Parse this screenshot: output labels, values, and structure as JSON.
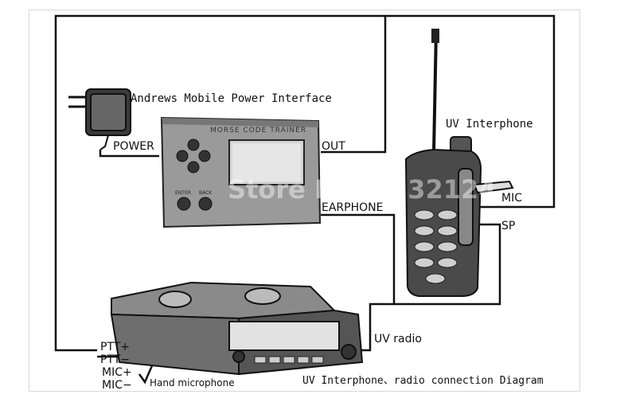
{
  "labels": {
    "power_adapter": "Andrews Mobile Power Interface",
    "power": "POWER",
    "out": "OUT",
    "earphone": "EARPHONE",
    "uv_interphone": "UV Interphone",
    "mic": "MIC",
    "sp": "SP",
    "uv_radio": "UV radio",
    "ptt_plus": "PTT+",
    "ptt_minus": "PTT−",
    "mic_plus": "MIC+",
    "mic_minus": "MIC−",
    "hand_microphone": "Hand microphone",
    "caption": "UV Interphone、radio connection Diagram"
  },
  "device_text": {
    "trainer_title": "MORSE CODE TRAINER",
    "enter": "ENTER",
    "back": "BACK",
    "watermark": "Store No: 1232124"
  }
}
